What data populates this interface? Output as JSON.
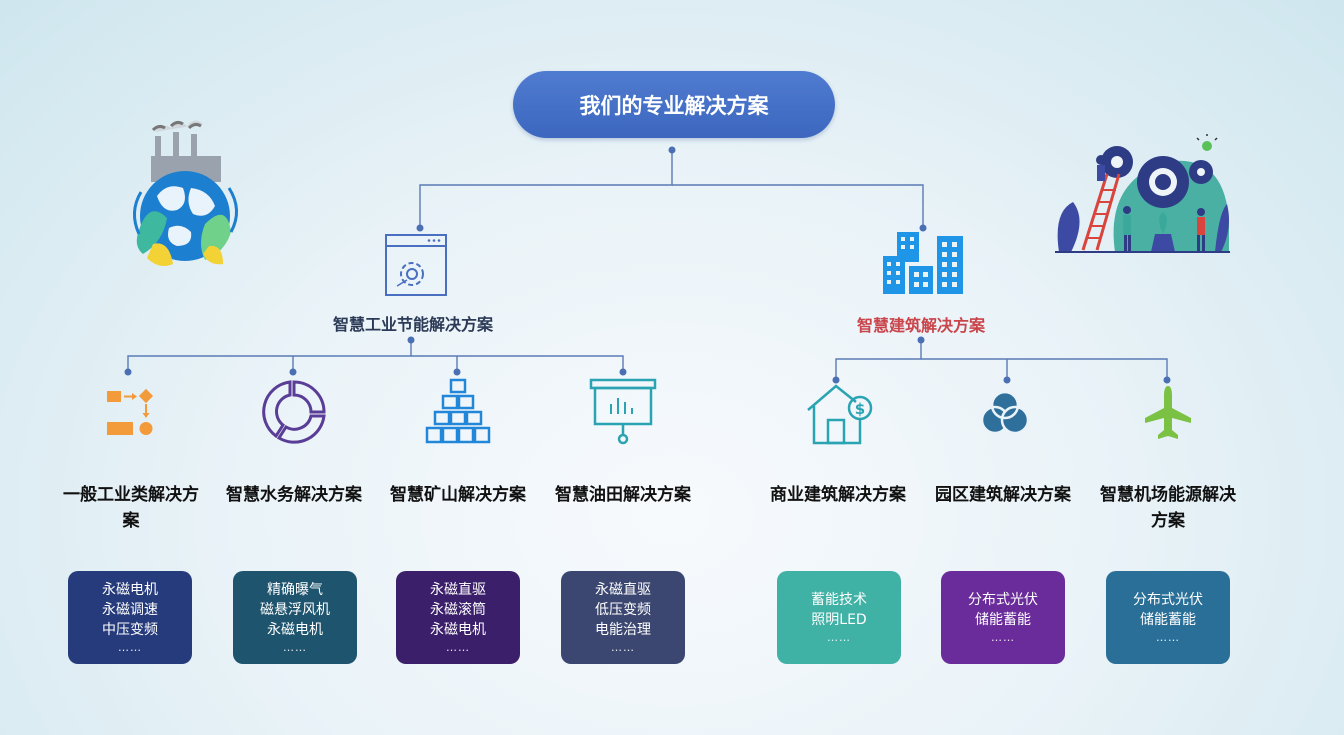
{
  "title": "我们的专业解决方案",
  "categories": [
    {
      "label": "智慧工业节能解决方案",
      "icon": "settings-window-icon",
      "color": "#2b3a56",
      "solutions": [
        {
          "title": "一般工业类解决方案",
          "icon": "flowchart-icon",
          "items": [
            "永磁电机",
            "永磁调速",
            "中压变频"
          ],
          "more": "……",
          "color": "#263b7c"
        },
        {
          "title": "智慧水务解决方案",
          "icon": "ring-chart-icon",
          "items": [
            "精确曝气",
            "磁悬浮风机",
            "永磁电机"
          ],
          "more": "……",
          "color": "#1e546e"
        },
        {
          "title": "智慧矿山解决方案",
          "icon": "stacked-bricks-icon",
          "items": [
            "永磁直驱",
            "永磁滚筒",
            "永磁电机"
          ],
          "more": "……",
          "color": "#3b1f6b"
        },
        {
          "title": "智慧油田解决方案",
          "icon": "presentation-board-icon",
          "items": [
            "永磁直驱",
            "低压变频",
            "电能治理"
          ],
          "more": "……",
          "color": "#3c4771"
        }
      ]
    },
    {
      "label": "智慧建筑解决方案",
      "icon": "city-buildings-icon",
      "color": "#c9454b",
      "solutions": [
        {
          "title": "商业建筑解决方案",
          "icon": "house-dollar-icon",
          "items": [
            "蓄能技术",
            "照明LED"
          ],
          "more": "……",
          "color": "#3fb1a5"
        },
        {
          "title": "园区建筑解决方案",
          "icon": "venn-circles-icon",
          "items": [
            "分布式光伏",
            "储能蓄能"
          ],
          "more": "……",
          "color": "#6a2c9a"
        },
        {
          "title": "智慧机场能源解决方案",
          "icon": "airplane-icon",
          "items": [
            "分布式光伏",
            "储能蓄能"
          ],
          "more": "……",
          "color": "#2a6f97"
        }
      ]
    }
  ],
  "decorations": {
    "left": "earth-factory-icon",
    "right": "gears-team-icon"
  }
}
